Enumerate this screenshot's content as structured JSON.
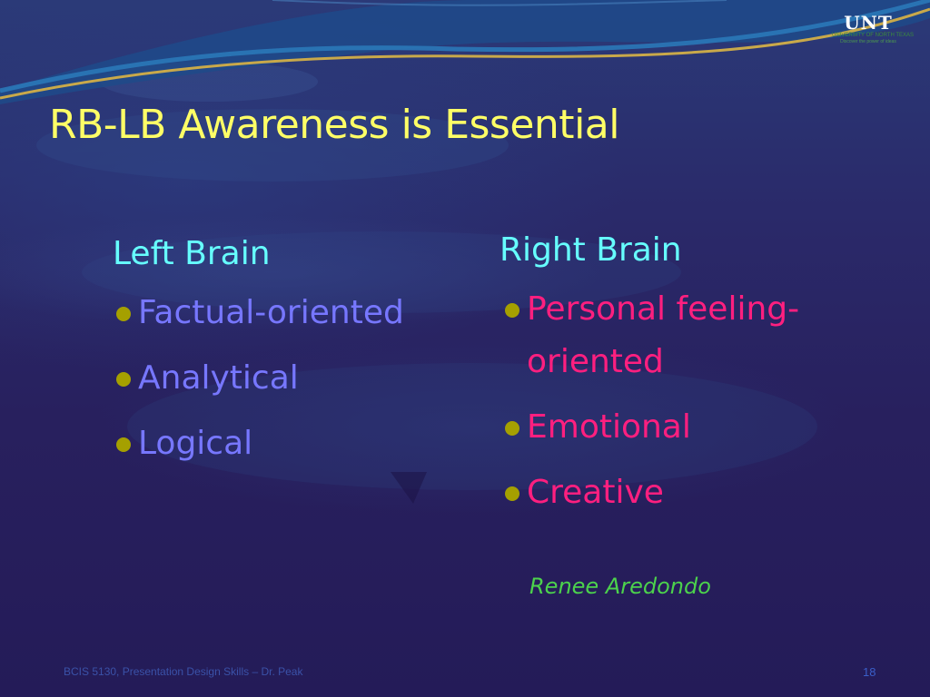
{
  "slide": {
    "title": "RB-LB Awareness is Essential",
    "left_column": {
      "heading": "Left Brain",
      "items": [
        "Factual-oriented",
        "Analytical",
        "Logical"
      ]
    },
    "right_column": {
      "heading": "Right Brain",
      "items": [
        "Personal feeling-oriented",
        "Emotional",
        "Creative"
      ]
    },
    "attribution": "Renee Aredondo",
    "footer": "BCIS 5130, Presentation Design Skills – Dr. Peak",
    "page_number": "18"
  },
  "logo": {
    "mark": "UNT",
    "line1": "UNIVERSITY OF NORTH TEXAS",
    "line2": "Discover the power of ideas"
  },
  "colors": {
    "background": "#231a59",
    "title": "#ffff66",
    "heading": "#66ffff",
    "left_items": "#7777ff",
    "right_items": "#ff1f7f",
    "bullet": "#a5a000",
    "attribution": "#4cd24c",
    "swoosh_blue": "#2a78b8",
    "swoosh_gold": "#c9a94a"
  }
}
